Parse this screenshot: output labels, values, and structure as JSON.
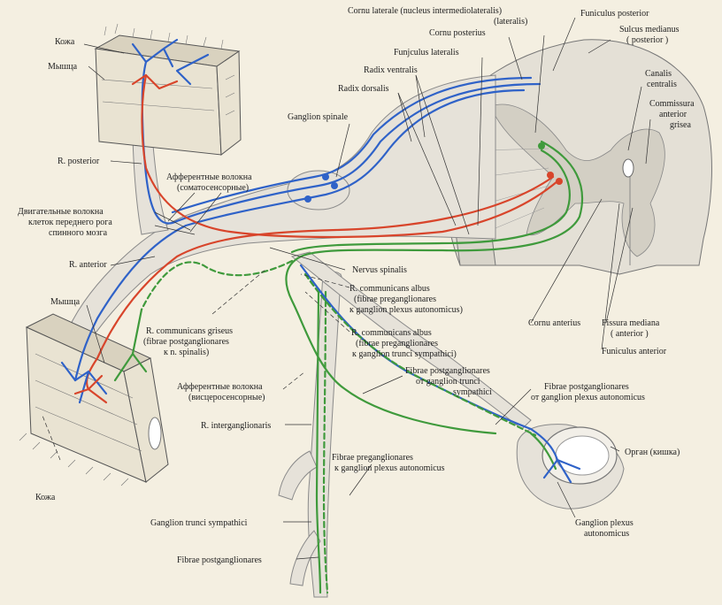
{
  "colors": {
    "afferent": "#2f62c8",
    "motor": "#d8452b",
    "autonomic": "#3f9a3c",
    "background": "#f4efe1"
  },
  "labels": {
    "kozha_top": "Кожа",
    "myshtsa_top": "Мышца",
    "r_posterior": "R. posterior",
    "dvig_1": "Двигательные волокна",
    "dvig_2": "клеток переднего рога",
    "dvig_3": "спинного мозга",
    "r_anterior": "R. anterior",
    "myshtsa_bottom": "Мышца",
    "kozha_bottom": "Кожа",
    "aff_soma_1": "Афферентные волокна",
    "aff_soma_2": "(соматосенсорные)",
    "ganglion_spinale": "Ganglion spinale",
    "radix_dorsalis": "Radix dorsalis",
    "radix_ventralis": "Radix ventralis",
    "funiculus_lateralis": "Funjculus lateralis",
    "cornu_posterius": "Cornu posterius",
    "cornu_laterale_1": "Cornu laterale (nucleus intermediolateralis)",
    "cornu_laterale_2": "(lateralis)",
    "funiculus_posterior": "Funiculus posterior",
    "sulcus_medianus_1": "Sulcus medianus",
    "sulcus_medianus_2": "( posterior )",
    "canalis_1": "Canalis",
    "canalis_2": "centralis",
    "commissura_1": "Commissura",
    "commissura_2": "anterior",
    "commissura_3": "grisea",
    "nervus_spinalis": "Nervus spinalis",
    "rca_plexus_1": "R. communicans albus",
    "rca_plexus_2": "(fibrae preganglionares",
    "rca_plexus_3": "к ganglion plexus autonomicus)",
    "rca_trunci_1": "R. communicans albus",
    "rca_trunci_2": "(fibrae preganglionares",
    "rca_trunci_3": "к ganglion trunci sympathici)",
    "rcg_1": "R. communicans griseus",
    "rcg_2": "(fibrae postganglionares",
    "rcg_3": "к n. spinalis)",
    "cornu_anterius": "Cornu anterius",
    "fissura_1": "Fissura mediana",
    "fissura_2": "( anterior )",
    "funiculus_anterior": "Funiculus anterior",
    "aff_visc_1": "Афферентные волокна",
    "aff_visc_2": "(висцеросенсорные)",
    "fpg_trunci_1": "Fibrae postganglionares",
    "fpg_trunci_2": "от ganglion trunci",
    "fpg_trunci_3": "sympathici",
    "fpg_plexus_1": "Fibrae postganglionares",
    "fpg_plexus_2": "от ganglion plexus autonomicus",
    "r_interganglionaris": "R. interganglionaris",
    "fpre_plexus_1": "Fibrae preganglionares",
    "fpre_plexus_2": "к ganglion plexus autonomicus",
    "organ": "Орган (кишка)",
    "ganglion_plexus_1": "Ganglion plexus",
    "ganglion_plexus_2": "autonomicus",
    "ganglion_trunci": "Ganglion trunci sympathici",
    "fibrae_postganglionares": "Fibrae postganglionares"
  }
}
